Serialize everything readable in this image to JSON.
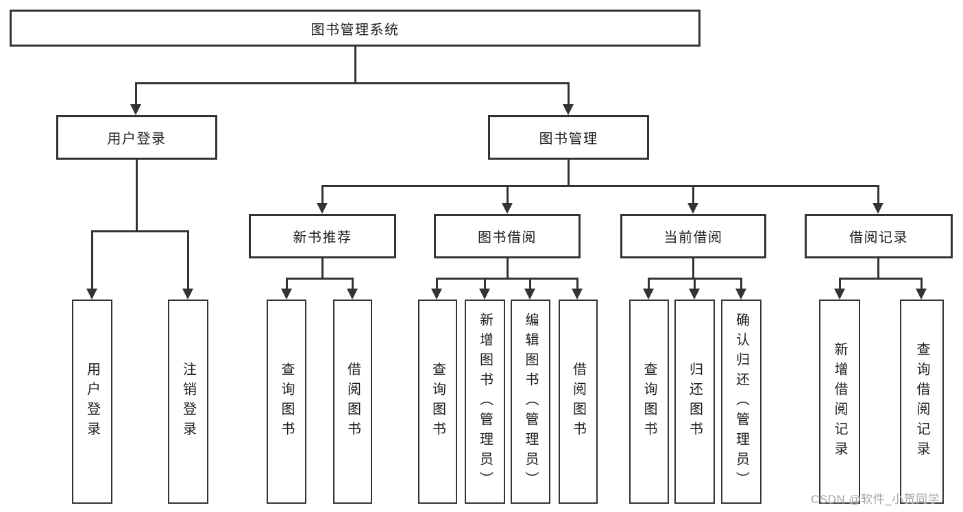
{
  "colors": {
    "line": "#333333",
    "text": "#1f1f1f",
    "watermark": "#a6a6a6",
    "background": "#ffffff"
  },
  "watermark": "CSDN @软件_小贺同学",
  "tree": {
    "root": {
      "label": "图书管理系统",
      "children": [
        {
          "label": "用户登录",
          "children": [
            {
              "label": "用户登录"
            },
            {
              "label": "注销登录"
            }
          ]
        },
        {
          "label": "图书管理",
          "children": [
            {
              "label": "新书推荐",
              "children": [
                {
                  "label": "查询图书"
                },
                {
                  "label": "借阅图书"
                }
              ]
            },
            {
              "label": "图书借阅",
              "children": [
                {
                  "label": "查询图书"
                },
                {
                  "label": "新增图书（管理员）"
                },
                {
                  "label": "编辑图书（管理员）"
                },
                {
                  "label": "借阅图书"
                }
              ]
            },
            {
              "label": "当前借阅",
              "children": [
                {
                  "label": "查询图书"
                },
                {
                  "label": "归还图书"
                },
                {
                  "label": "确认归还（管理员）"
                }
              ]
            },
            {
              "label": "借阅记录",
              "children": [
                {
                  "label": "新增借阅记录"
                },
                {
                  "label": "查询借阅记录"
                }
              ]
            }
          ]
        }
      ]
    }
  }
}
